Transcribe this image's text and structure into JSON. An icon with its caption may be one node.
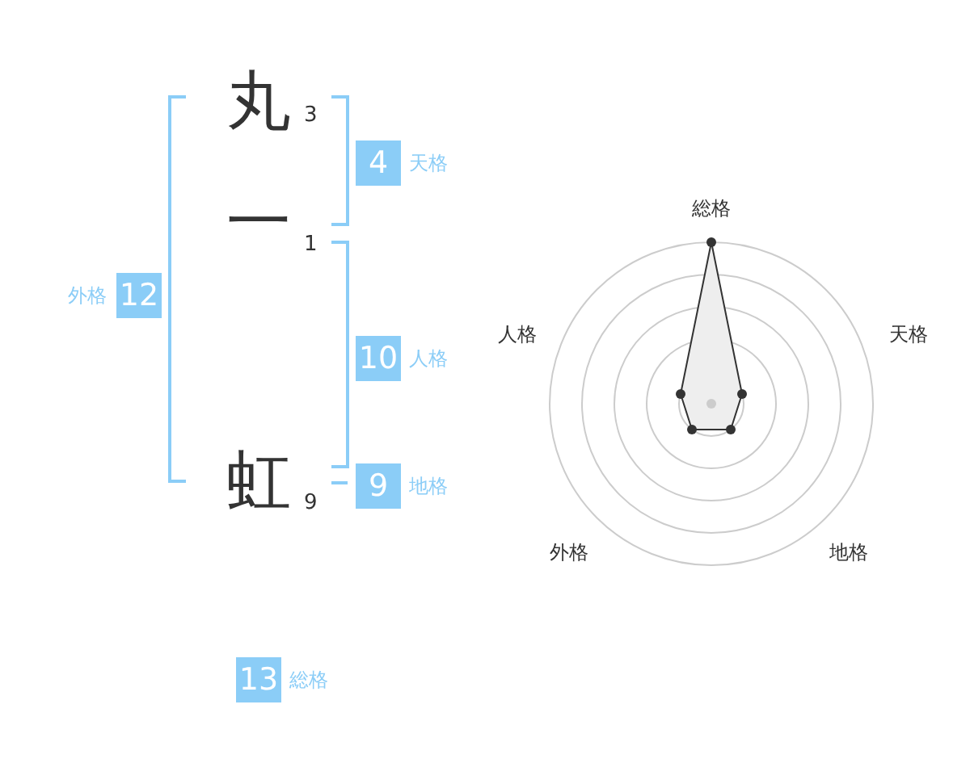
{
  "diagram": {
    "nodes": [
      {
        "text": [
          "4"
        ],
        "beside": [
          "天格"
        ]
      },
      {
        "text": [
          "12"
        ],
        "beside": [
          "外格"
        ]
      },
      {
        "text": [
          "10"
        ],
        "beside": [
          "人格"
        ]
      },
      {
        "text": [
          "9"
        ],
        "beside": [
          "地格"
        ]
      },
      {
        "text": [
          "13"
        ],
        "beside": [
          "総格"
        ]
      }
    ],
    "edges": [],
    "labels": [
      "丸",
      "3",
      "一",
      "1",
      "虹",
      "9",
      "総格",
      "人格",
      "天格",
      "外格",
      "地格"
    ]
  }
}
